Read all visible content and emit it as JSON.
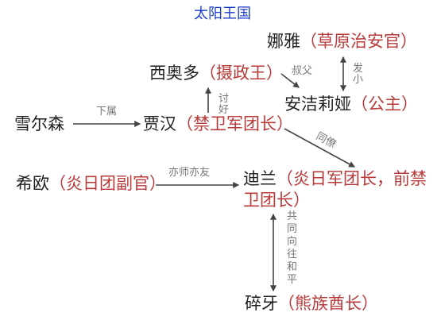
{
  "colors": {
    "title": "#1a3bd0",
    "name": "#1f1f1f",
    "role": "#b83a3a",
    "edge": "#444444",
    "edge_label": "#777777"
  },
  "title": "太阳王国",
  "nodes": {
    "nuoya": {
      "name": "娜雅",
      "role": "（草原治安官）"
    },
    "xiaoduo": {
      "name": "西奥多",
      "role": "（摄政王）"
    },
    "anjieliya": {
      "name": "安洁莉娅",
      "role": "（公主）"
    },
    "xueersen": {
      "name": "雪尔森",
      "role": ""
    },
    "jiahan": {
      "name": "贾汉",
      "role": "（禁卫军团长）"
    },
    "xiou": {
      "name": "希欧",
      "role": "（炎日团副官）"
    },
    "dilan": {
      "name": "迪兰",
      "role_line1": "（炎日军团长，前禁",
      "role_line2": "卫团长）"
    },
    "suiya": {
      "name": "碎牙",
      "role": "（熊族酋长）"
    }
  },
  "edges": {
    "xiashu": "下属",
    "taohao": [
      "讨",
      "好"
    ],
    "shufu": "叔父",
    "faxiao": [
      "发",
      "小"
    ],
    "tongliao": "同僚",
    "yishiyiyou": "亦师亦友",
    "gongtong": [
      "共",
      "同",
      "向",
      "往",
      "和",
      "平"
    ]
  }
}
